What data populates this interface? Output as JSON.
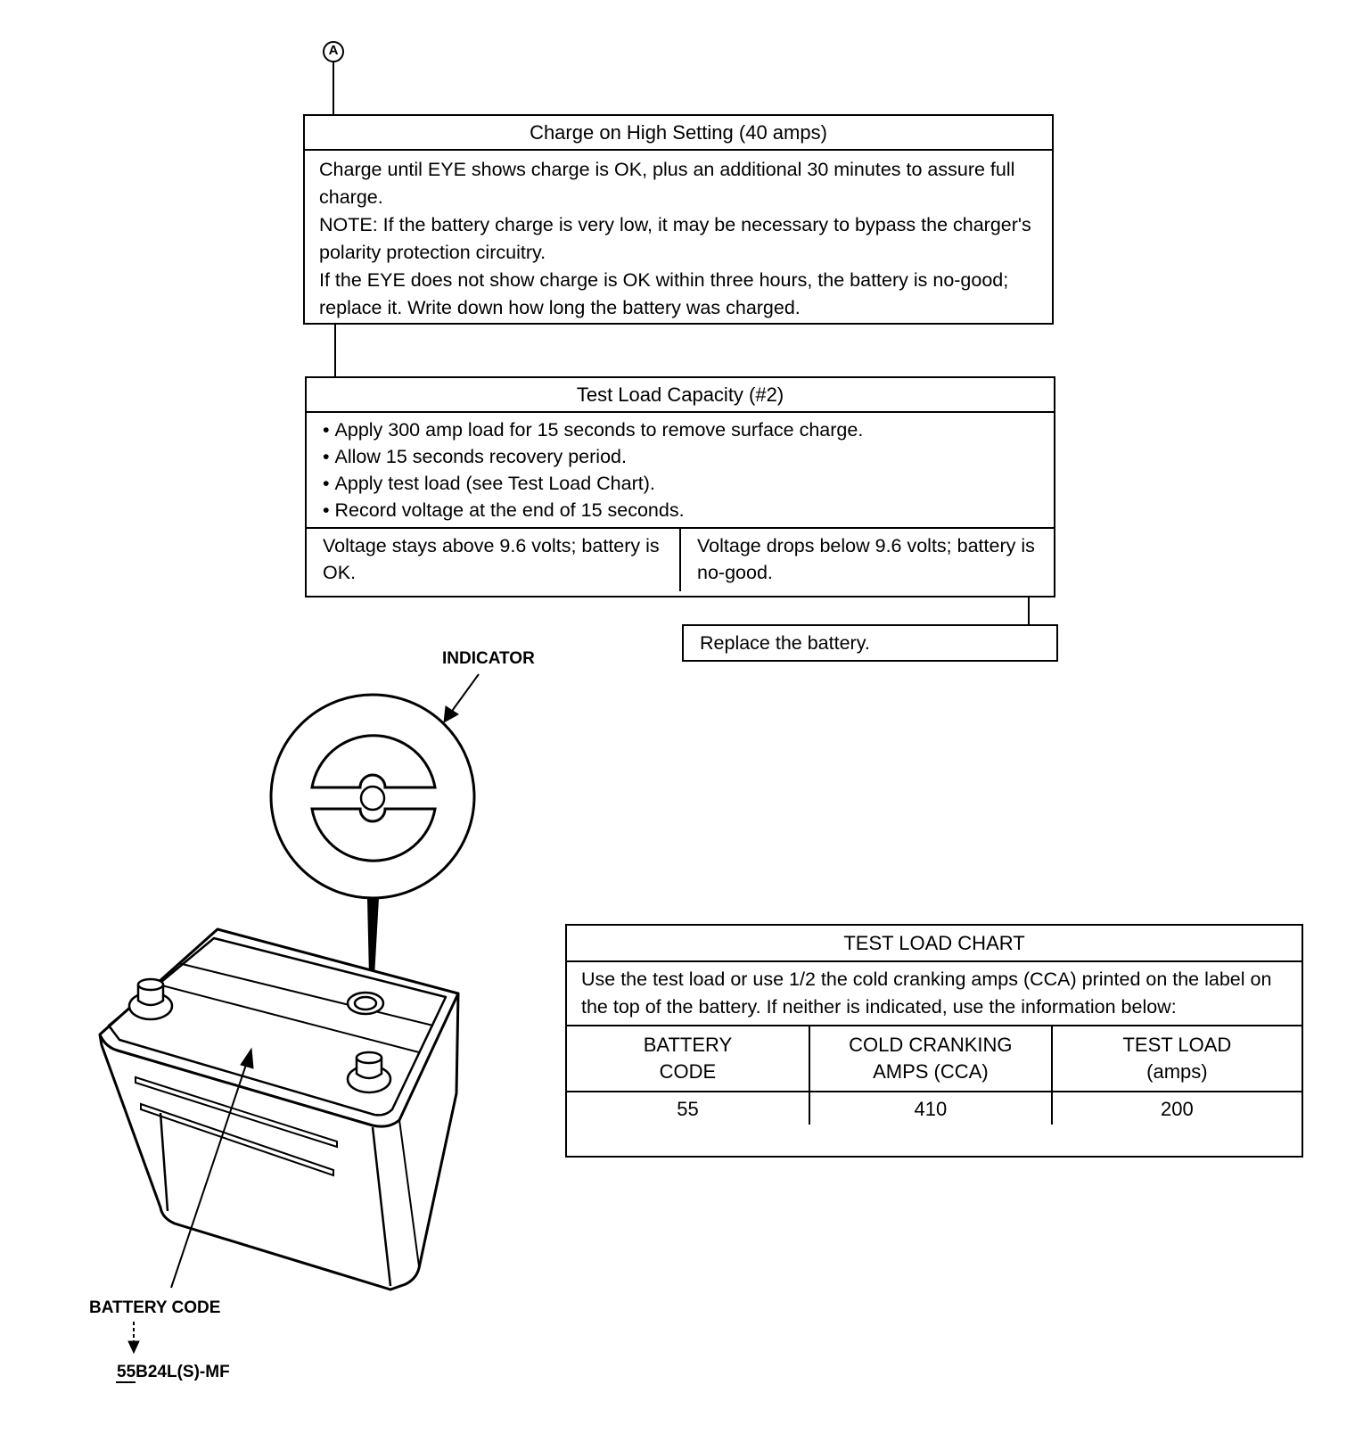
{
  "connector": {
    "label": "A"
  },
  "charge_box": {
    "title": "Charge on High Setting (40 amps)",
    "lines": [
      "Charge until EYE shows charge is OK, plus an additional 30 minutes to assure full charge.",
      "NOTE:  If the battery charge is very low, it may be necessary to bypass the charger's polarity protection circuitry.",
      "If the EYE does not show charge is OK within three hours, the battery is no-good; replace it. Write down how long the battery was charged."
    ]
  },
  "test_load_box": {
    "title": "Test Load Capacity (#2)",
    "bullets": [
      "Apply 300 amp load for 15 seconds to remove surface charge.",
      "Allow 15 seconds recovery period.",
      "Apply test load (see Test Load Chart).",
      "Record voltage at the end of 15 seconds."
    ],
    "result_ok": "Voltage stays above 9.6 volts; battery is OK.",
    "result_bad": "Voltage drops below 9.6 volts; battery is no-good."
  },
  "replace_box": {
    "text": "Replace the battery."
  },
  "labels": {
    "indicator": "INDICATOR",
    "battery_code": "BATTERY CODE",
    "code_prefix": "55",
    "code_suffix": "B24L(S)-MF"
  },
  "test_load_chart": {
    "title": "TEST LOAD CHART",
    "description": "Use the test load or use 1/2 the cold cranking amps (CCA) printed on the label on the top of the battery. If neither is indicated, use the information below:",
    "headers": [
      "BATTERY CODE",
      "COLD CRANKING AMPS (CCA)",
      "TEST LOAD (amps)"
    ],
    "row": [
      "55",
      "410",
      "200"
    ]
  }
}
